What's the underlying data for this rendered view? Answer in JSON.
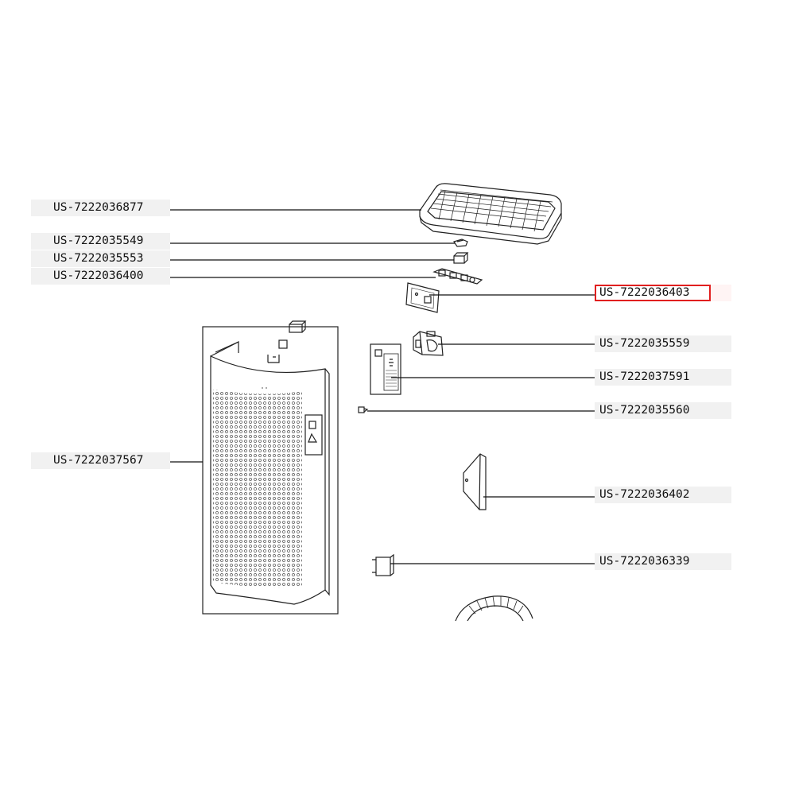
{
  "diagram": {
    "highlight_color": "#e11f1f",
    "highlighted_part": "US-7222036403",
    "parts_left": [
      {
        "part_number": "US-7222036877",
        "component": "top-grille"
      },
      {
        "part_number": "US-7222035549",
        "component": "small-clip"
      },
      {
        "part_number": "US-7222035553",
        "component": "small-connector"
      },
      {
        "part_number": "US-7222036400",
        "component": "control-board-top"
      },
      {
        "part_number": "US-7222037567",
        "component": "front-housing"
      }
    ],
    "parts_right": [
      {
        "part_number": "US-7222036403",
        "component": "pcb-board"
      },
      {
        "part_number": "US-7222035559",
        "component": "sensor-module"
      },
      {
        "part_number": "US-7222037591",
        "component": "sensor-cover-panel"
      },
      {
        "part_number": "US-7222035560",
        "component": "small-screw"
      },
      {
        "part_number": "US-7222036402",
        "component": "side-plate"
      },
      {
        "part_number": "US-7222036339",
        "component": "capacitor"
      }
    ]
  }
}
